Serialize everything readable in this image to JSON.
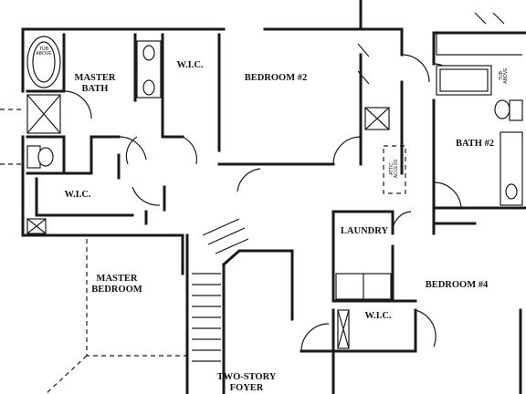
{
  "rooms": {
    "master_bath": "MASTER\nBATH",
    "wic_top": "W.I.C.",
    "bedroom_2": "BEDROOM #2",
    "bath_2": "BATH #2",
    "wic_left": "W.I.C.",
    "laundry": "LAUNDRY",
    "master_bedroom": "MASTER\nBEDROOM",
    "bedroom_4": "BEDROOM #4",
    "wic_bottom": "W.I.C.",
    "foyer": "TWO-STORY\nFOYER"
  },
  "fixtures": {
    "tub_master": "TUB\nABOVE",
    "tub_bath2": "TUB\nABOVE",
    "attic_access": "ATTIC\nACCESS"
  }
}
